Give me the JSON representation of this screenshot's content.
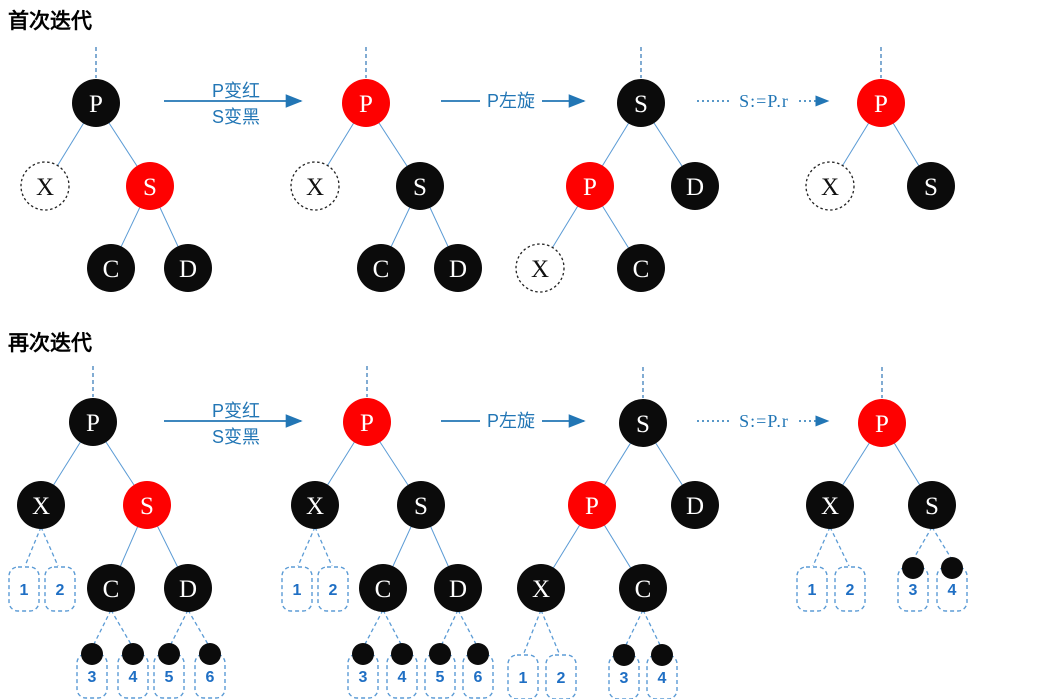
{
  "sections": [
    {
      "title": "首次迭代",
      "trees": [
        {
          "nodes": [
            {
              "label": "P"
            },
            {
              "label": "X"
            },
            {
              "label": "S"
            },
            {
              "label": "C"
            },
            {
              "label": "D"
            }
          ]
        },
        {
          "nodes": [
            {
              "label": "P"
            },
            {
              "label": "X"
            },
            {
              "label": "S"
            },
            {
              "label": "C"
            },
            {
              "label": "D"
            }
          ]
        },
        {
          "nodes": [
            {
              "label": "S"
            },
            {
              "label": "P"
            },
            {
              "label": "D"
            },
            {
              "label": "X"
            },
            {
              "label": "C"
            }
          ]
        },
        {
          "nodes": [
            {
              "label": "P"
            },
            {
              "label": "X"
            },
            {
              "label": "S"
            }
          ]
        }
      ]
    },
    {
      "title": "再次迭代",
      "trees": [
        {
          "nodes": [
            {
              "label": "P"
            },
            {
              "label": "X"
            },
            {
              "label": "S"
            },
            {
              "label": "C"
            },
            {
              "label": "D"
            }
          ],
          "boxes": [
            {
              "num": "1"
            },
            {
              "num": "2"
            },
            {
              "num": "3"
            },
            {
              "num": "4"
            },
            {
              "num": "5"
            },
            {
              "num": "6"
            }
          ]
        },
        {
          "nodes": [
            {
              "label": "P"
            },
            {
              "label": "X"
            },
            {
              "label": "S"
            },
            {
              "label": "C"
            },
            {
              "label": "D"
            }
          ],
          "boxes": [
            {
              "num": "1"
            },
            {
              "num": "2"
            },
            {
              "num": "3"
            },
            {
              "num": "4"
            },
            {
              "num": "5"
            },
            {
              "num": "6"
            }
          ]
        },
        {
          "nodes": [
            {
              "label": "S"
            },
            {
              "label": "P"
            },
            {
              "label": "D"
            },
            {
              "label": "X"
            },
            {
              "label": "C"
            }
          ],
          "boxes": [
            {
              "num": "1"
            },
            {
              "num": "2"
            },
            {
              "num": "3"
            },
            {
              "num": "4"
            }
          ]
        },
        {
          "nodes": [
            {
              "label": "P"
            },
            {
              "label": "X"
            },
            {
              "label": "S"
            }
          ],
          "boxes": [
            {
              "num": "1"
            },
            {
              "num": "2"
            },
            {
              "num": "3"
            },
            {
              "num": "4"
            }
          ]
        }
      ]
    }
  ],
  "arrows": {
    "recolor": {
      "line1": "P变红",
      "line2": "S变黑"
    },
    "rotate_label": "P左旋",
    "assign_label": "S:=P.r"
  },
  "colors": {
    "red_node": "#fe0101",
    "black_node": "#0b0b0b",
    "edge_blue": "#5b9bd5",
    "arrow_blue": "#2276b5",
    "number_blue": "#1f6fc4"
  }
}
